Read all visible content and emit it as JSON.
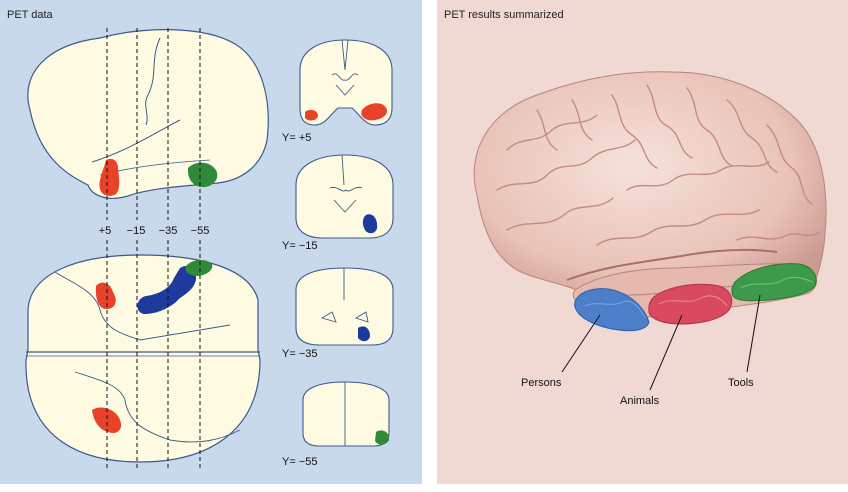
{
  "left_panel": {
    "title": "PET data",
    "sagittal_ticks": [
      "+5",
      "−15",
      "−35",
      "−55"
    ],
    "coronal_labels": [
      "Y= +5",
      "Y= −15",
      "Y= −35",
      "Y= −55"
    ]
  },
  "right_panel": {
    "title": "PET results summarized",
    "labels": {
      "persons": "Persons",
      "animals": "Animals",
      "tools": "Tools"
    }
  },
  "colors": {
    "left_bg": "#c9d9ec",
    "right_bg": "#f0d8d3",
    "brain_fill": "#fffbe3",
    "outline": "#3c5a8a",
    "red": "#e8432a",
    "blue": "#1e3a9c",
    "green": "#2f8a3a"
  }
}
